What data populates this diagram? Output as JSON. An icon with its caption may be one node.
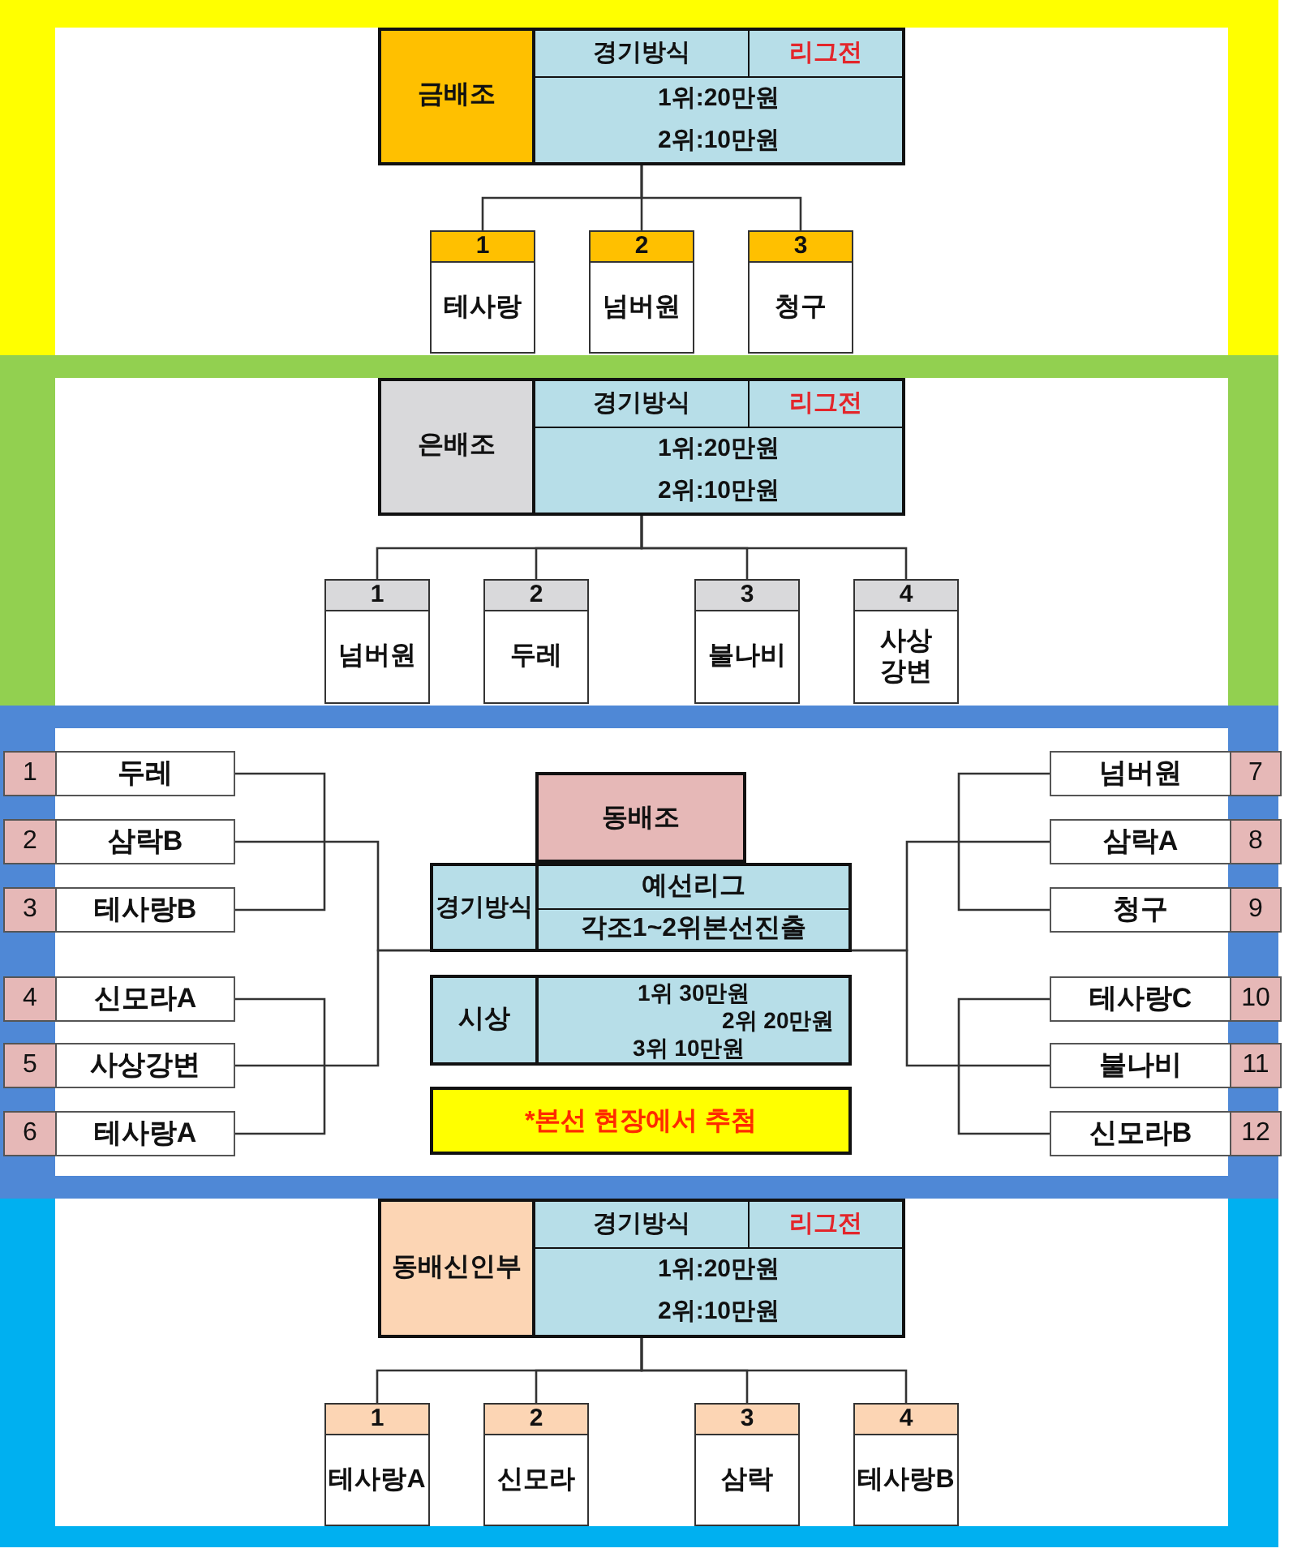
{
  "diagram": {
    "nodes": [
      {
        "text": [],
        "shape": "box"
      },
      {
        "text": [
          "금배조",
          "경기방식",
          "리그전",
          "1위:20만원",
          "2위:10만원"
        ],
        "in": 0
      },
      {
        "text": [
          "1",
          "테사랑"
        ],
        "in": 0
      },
      {
        "text": [
          "2",
          "넘버원"
        ],
        "in": 0
      },
      {
        "text": [
          "3",
          "청구"
        ],
        "in": 0
      },
      {
        "text": [],
        "shape": "box"
      },
      {
        "text": [
          "은배조",
          "경기방식",
          "리그전",
          "1위:20만원",
          "2위:10만원"
        ],
        "in": 5
      },
      {
        "text": [
          "1",
          "넘버원"
        ],
        "in": 5
      },
      {
        "text": [
          "2",
          "두레"
        ],
        "in": 5
      },
      {
        "text": [
          "3",
          "불나비"
        ],
        "in": 5
      },
      {
        "text": [
          "4",
          "사상 강변"
        ],
        "in": 5
      },
      {
        "text": [],
        "shape": "box"
      },
      {
        "text": [
          "1",
          "두레"
        ],
        "in": 11
      },
      {
        "text": [
          "2",
          "삼락B"
        ],
        "in": 11
      },
      {
        "text": [
          "3",
          "테사랑B"
        ],
        "in": 11
      },
      {
        "text": [
          "4",
          "신모라A"
        ],
        "in": 11
      },
      {
        "text": [
          "5",
          "사상강변"
        ],
        "in": 11
      },
      {
        "text": [
          "6",
          "테사랑A"
        ],
        "in": 11
      },
      {
        "text": [
          "동배조"
        ],
        "in": 11
      },
      {
        "text": [
          "경기방식",
          "예선리그",
          "각조1~2위본선진출"
        ],
        "in": 11
      },
      {
        "text": [
          "시상",
          "1위 30만원",
          "2위 20만원",
          "3위 10만원"
        ],
        "in": 11
      },
      {
        "text": [
          "*본선 현장에서 추첨"
        ],
        "in": 11
      },
      {
        "text": [
          "넘버원",
          "7"
        ],
        "in": 11
      },
      {
        "text": [
          "삼락A",
          "8"
        ],
        "in": 11
      },
      {
        "text": [
          "청구",
          "9"
        ],
        "in": 11
      },
      {
        "text": [
          "테사랑C",
          "10"
        ],
        "in": 11
      },
      {
        "text": [
          "불나비",
          "11"
        ],
        "in": 11
      },
      {
        "text": [
          "신모라B",
          "12"
        ],
        "in": 11
      },
      {
        "text": [],
        "shape": "box"
      },
      {
        "text": [
          "동배신인부",
          "경기방식",
          "리그전",
          "1위:20만원",
          "2위:10만원"
        ],
        "in": 28
      },
      {
        "text": [
          "1",
          "테사랑A"
        ],
        "in": 28
      },
      {
        "text": [
          "2",
          "신모라"
        ],
        "in": 28
      },
      {
        "text": [
          "3",
          "삼락"
        ],
        "in": 28
      },
      {
        "text": [
          "4",
          "테사랑B"
        ],
        "in": 28
      }
    ],
    "edges": [
      {
        "from": 1,
        "to": 2,
        "arrow": "none"
      },
      {
        "from": 1,
        "to": 3,
        "arrow": "none"
      },
      {
        "from": 1,
        "to": 4,
        "arrow": "none"
      },
      {
        "from": 6,
        "to": 7,
        "arrow": "none"
      },
      {
        "from": 6,
        "to": 8,
        "arrow": "none"
      },
      {
        "from": 6,
        "to": 9,
        "arrow": "none"
      },
      {
        "from": 6,
        "to": 10,
        "arrow": "none"
      },
      {
        "from": 12,
        "to": 14,
        "arrow": "none"
      },
      {
        "from": 13,
        "to": 19,
        "arrow": "none"
      },
      {
        "from": 16,
        "to": 19,
        "arrow": "none"
      },
      {
        "from": 15,
        "to": 17,
        "arrow": "none"
      },
      {
        "from": 19,
        "to": 23,
        "arrow": "none"
      },
      {
        "from": 19,
        "to": 26,
        "arrow": "none"
      },
      {
        "from": 22,
        "to": 24,
        "arrow": "none"
      },
      {
        "from": 25,
        "to": 27,
        "arrow": "none"
      },
      {
        "from": 29,
        "to": 30,
        "arrow": "none"
      },
      {
        "from": 29,
        "to": 31,
        "arrow": "none"
      },
      {
        "from": 29,
        "to": 32,
        "arrow": "none"
      },
      {
        "from": 29,
        "to": 33,
        "arrow": "none"
      }
    ]
  }
}
